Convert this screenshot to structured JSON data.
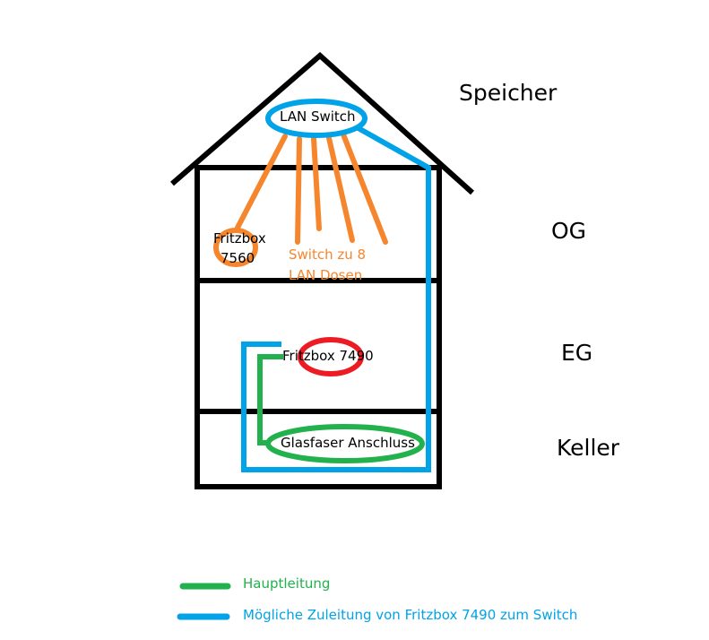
{
  "floors": {
    "attic": "Speicher",
    "upper": "OG",
    "ground": "EG",
    "basement": "Keller"
  },
  "devices": {
    "lan_switch": "LAN Switch",
    "fritzbox_7560_line1": "Fritzbox",
    "fritzbox_7560_line2": "7560",
    "switch_note_line1": "Switch zu 8",
    "switch_note_line2": "LAN Dosen",
    "fritzbox_7490": "Fritzbox 7490",
    "fiber": "Glasfaser Anschluss"
  },
  "legend": {
    "main_line": "Hauptleitung",
    "possible_line": "Mögliche Zuleitung von Fritzbox 7490 zum Switch"
  },
  "colors": {
    "green": "#22b14c",
    "blue": "#00a2e8",
    "orange": "#f5862e",
    "red": "#ed1c24",
    "black": "#000000"
  }
}
